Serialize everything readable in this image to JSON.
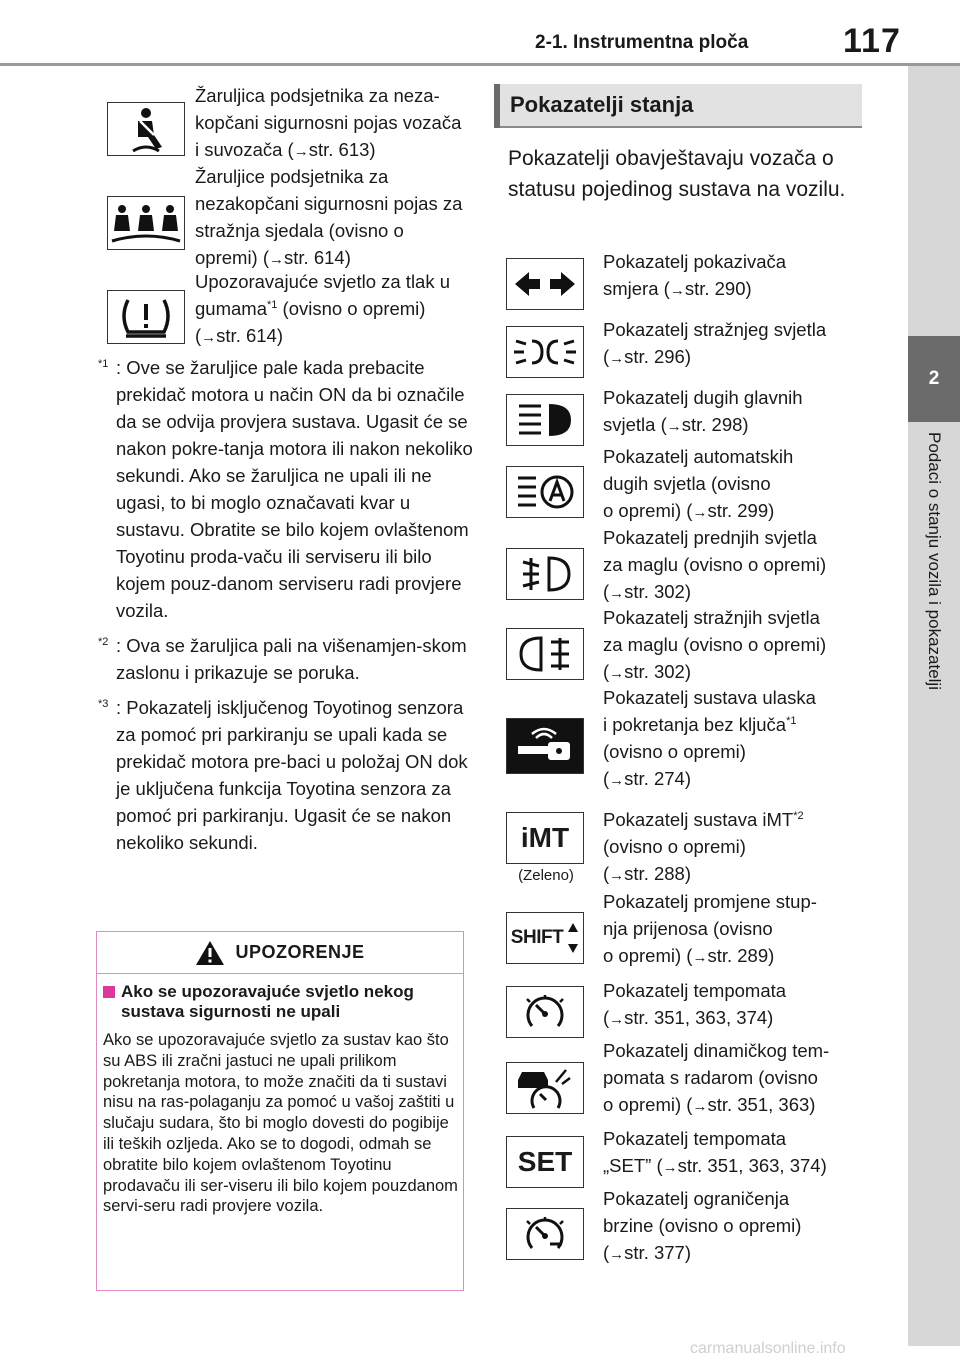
{
  "header": {
    "section": "2-1. Instrumentna ploča",
    "page": "117"
  },
  "side_tab": {
    "number": "2",
    "label": "Podaci o stanju vozila i pokazatelji"
  },
  "left_items": [
    {
      "icon": "seatbelt-icon",
      "text": "Žaruljica podsjetnika za neza-kopčani sigurnosni pojas vozača i suvozača (",
      "ref": "str. 613)"
    },
    {
      "icon": "rear-seatbelts-icon",
      "text": "Žaruljice podsjetnika za nezakopčani sigurnosni pojas za stražnja sjedala (ovisno o opremi) (",
      "ref": "str. 614)"
    },
    {
      "icon": "tire-pressure-icon",
      "text": "Upozoravajuće svjetlo za tlak u gumama",
      "sup": "*1",
      "text2": " (ovisno o opremi) (",
      "ref": "str. 614)"
    }
  ],
  "notes": [
    {
      "mark": "*1",
      "text": ": Ove se žaruljice pale kada prebacite prekidač motora u način ON da bi označile da se odvija provjera sustava. Ugasit će se nakon pokre-tanja motora ili nakon nekoliko sekundi. Ako se žaruljica ne upali ili ne ugasi, to bi moglo označavati kvar u sustavu. Obratite se bilo kojem ovlaštenom Toyotinu proda-vaču ili serviseru ili bilo kojem pouz-danom serviseru radi provjere vozila."
    },
    {
      "mark": "*2",
      "text": ": Ova se žaruljica pali na višenamjen-skom zaslonu i prikazuje se poruka."
    },
    {
      "mark": "*3",
      "text": ": Pokazatelj isključenog Toyotinog senzora za pomoć pri parkiranju se upali kada se prekidač motora pre-baci u položaj ON dok je uključena funkcija Toyotina senzora za pomoć pri parkiranju. Ugasit će se nakon nekoliko sekundi."
    }
  ],
  "warning": {
    "title": "UPOZORENJE",
    "subtitle": "Ako se upozoravajuće svjetlo nekog sustava sigurnosti ne upali",
    "body": "Ako se upozoravajuće svjetlo za sustav kao što su ABS ili zračni jastuci ne upali prilikom pokretanja motora, to može značiti da ti sustavi nisu na ras-polaganju za pomoć u vašoj zaštiti u slučaju sudara, što bi moglo dovesti do pogibije ili teških ozljeda. Ako se to dogodi, odmah se obratite bilo kojem ovlaštenom Toyotinu prodavaču ili ser-viseru ili bilo kojem pouzdanom servi-seru radi provjere vozila."
  },
  "section": {
    "title": "Pokazatelji stanja",
    "intro": "Pokazatelji obavještavaju vozača o statusu pojedinog sustava na vozilu."
  },
  "right_items": [
    {
      "icon": "turn-signal-icon",
      "line1": "Pokazatelj pokazivača",
      "line2": "smjera (",
      "ref": "str. 290)"
    },
    {
      "icon": "tail-light-icon",
      "line1": "Pokazatelj stražnjeg svjetla",
      "line2": "(",
      "ref": "str. 296)"
    },
    {
      "icon": "high-beam-icon",
      "line1": "Pokazatelj dugih glavnih",
      "line2": "svjetla (",
      "ref": "str. 298)"
    },
    {
      "icon": "auto-high-beam-icon",
      "line1": "Pokazatelj automatskih",
      "line2": "dugih svjetla (ovisno",
      "line3": "o opremi) (",
      "ref": "str. 299)"
    },
    {
      "icon": "front-fog-icon",
      "line1": "Pokazatelj prednjih svjetla",
      "line2": "za maglu (ovisno o opremi)",
      "line3": "(",
      "ref": "str. 302)"
    },
    {
      "icon": "rear-fog-icon",
      "line1": "Pokazatelj stražnjih svjetla",
      "line2": "za maglu (ovisno o opremi)",
      "line3": "(",
      "ref": "str. 302)"
    },
    {
      "icon": "smart-key-icon",
      "line1": "Pokazatelj sustava ulaska",
      "line2": "i pokretanja bez ključa",
      "sup": "*1",
      "line3": "(ovisno o opremi)",
      "line4": "(",
      "ref": "str. 274)"
    },
    {
      "icon": "imt-icon",
      "icon_text": "iMT",
      "caption": "(Zeleno)",
      "line1": "Pokazatelj sustava iMT",
      "sup": "*2",
      "line2": "(ovisno o opremi)",
      "line3": "(",
      "ref": "str. 288)"
    },
    {
      "icon": "shift-icon",
      "icon_text": "SHIFT",
      "line1": "Pokazatelj promjene stup-",
      "line2": "nja prijenosa (ovisno",
      "line3": "o opremi) (",
      "ref": "str. 289)"
    },
    {
      "icon": "cruise-control-icon",
      "line1": "Pokazatelj tempomata",
      "line2": "(",
      "ref": "str. 351, 363, 374)"
    },
    {
      "icon": "radar-cruise-icon",
      "line1": "Pokazatelj dinamičkog tem-",
      "line2": "pomata s radarom (ovisno",
      "line3": "o opremi) (",
      "ref": "str. 351, 363)"
    },
    {
      "icon": "set-icon",
      "icon_text": "SET",
      "line1": "Pokazatelj tempomata",
      "line2": "„SET” (",
      "ref": "str. 351, 363, 374)"
    },
    {
      "icon": "speed-limiter-icon",
      "line1": "Pokazatelj ograničenja",
      "line2": "brzine (ovisno o opremi)",
      "line3": "(",
      "ref": "str. 377)"
    }
  ],
  "arrow": "→",
  "watermark": "carmanualsonline.info"
}
